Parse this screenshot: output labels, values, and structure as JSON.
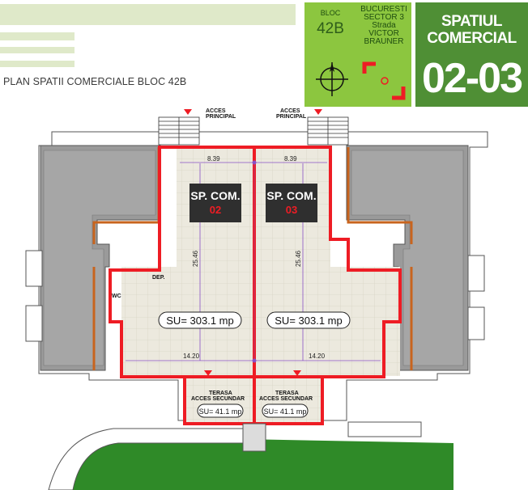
{
  "header": {
    "plan_title": "PLAN SPATII COMERCIALE BLOC 42B",
    "bloc_label": "BLOC",
    "bloc_value": "42B",
    "address_lines": [
      "BUCURESTI",
      "SECTOR 3",
      "Strada",
      "VICTOR",
      "BRAUNER"
    ],
    "space_label_lines": [
      "SPATIUL",
      "COMERCIAL"
    ],
    "space_number": "02-03"
  },
  "colors": {
    "accent_green": "#8cc63f",
    "dark_green": "#4f8f35",
    "highlight_red": "#ee1c24",
    "wall_orange": "#c8641e",
    "pale_green": "#dfe9c9"
  },
  "plan": {
    "entrances": [
      {
        "line1": "ACCES",
        "line2": "PRINCIPAL"
      },
      {
        "line1": "ACCES",
        "line2": "PRINCIPAL"
      }
    ],
    "spaces": [
      {
        "label": "SP. COM.",
        "number": "02",
        "width_dim": "8.39",
        "length_dim": "25.46",
        "bottom_dim": "14.20",
        "area": "SU= 303.1 mp"
      },
      {
        "label": "SP. COM.",
        "number": "03",
        "width_dim": "8.39",
        "length_dim": "25.46",
        "bottom_dim": "14.20",
        "area": "SU= 303.1 mp"
      }
    ],
    "terraces": [
      {
        "line1": "TERASA",
        "line2": "ACCES SECUNDAR",
        "area": "SU= 41.1 mp"
      },
      {
        "line1": "TERASA",
        "line2": "ACCES SECUNDAR",
        "area": "SU= 41.1 mp"
      }
    ],
    "room_labels": {
      "storage": "DEP.",
      "toilet": "WC"
    }
  }
}
